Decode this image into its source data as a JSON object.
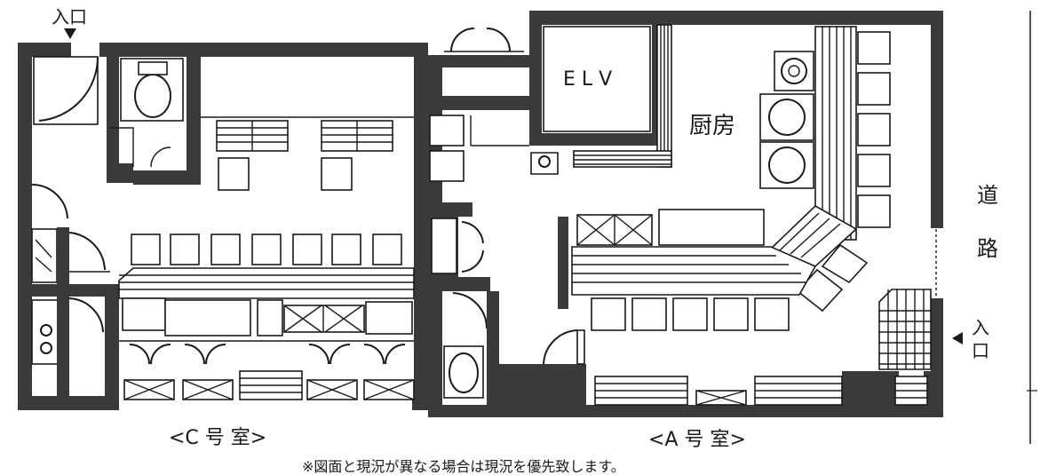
{
  "labels": {
    "entrance_c": "入口",
    "entrance_a_top": "入",
    "entrance_a_bottom": "口",
    "elevator": "E L V",
    "kitchen": "厨房",
    "road_top": "道",
    "road_bottom": "路",
    "room_c": "<C 号 室>",
    "room_a": "<A 号 室>",
    "note": "※図面と現況が異なる場合は現況を優先致します。"
  }
}
